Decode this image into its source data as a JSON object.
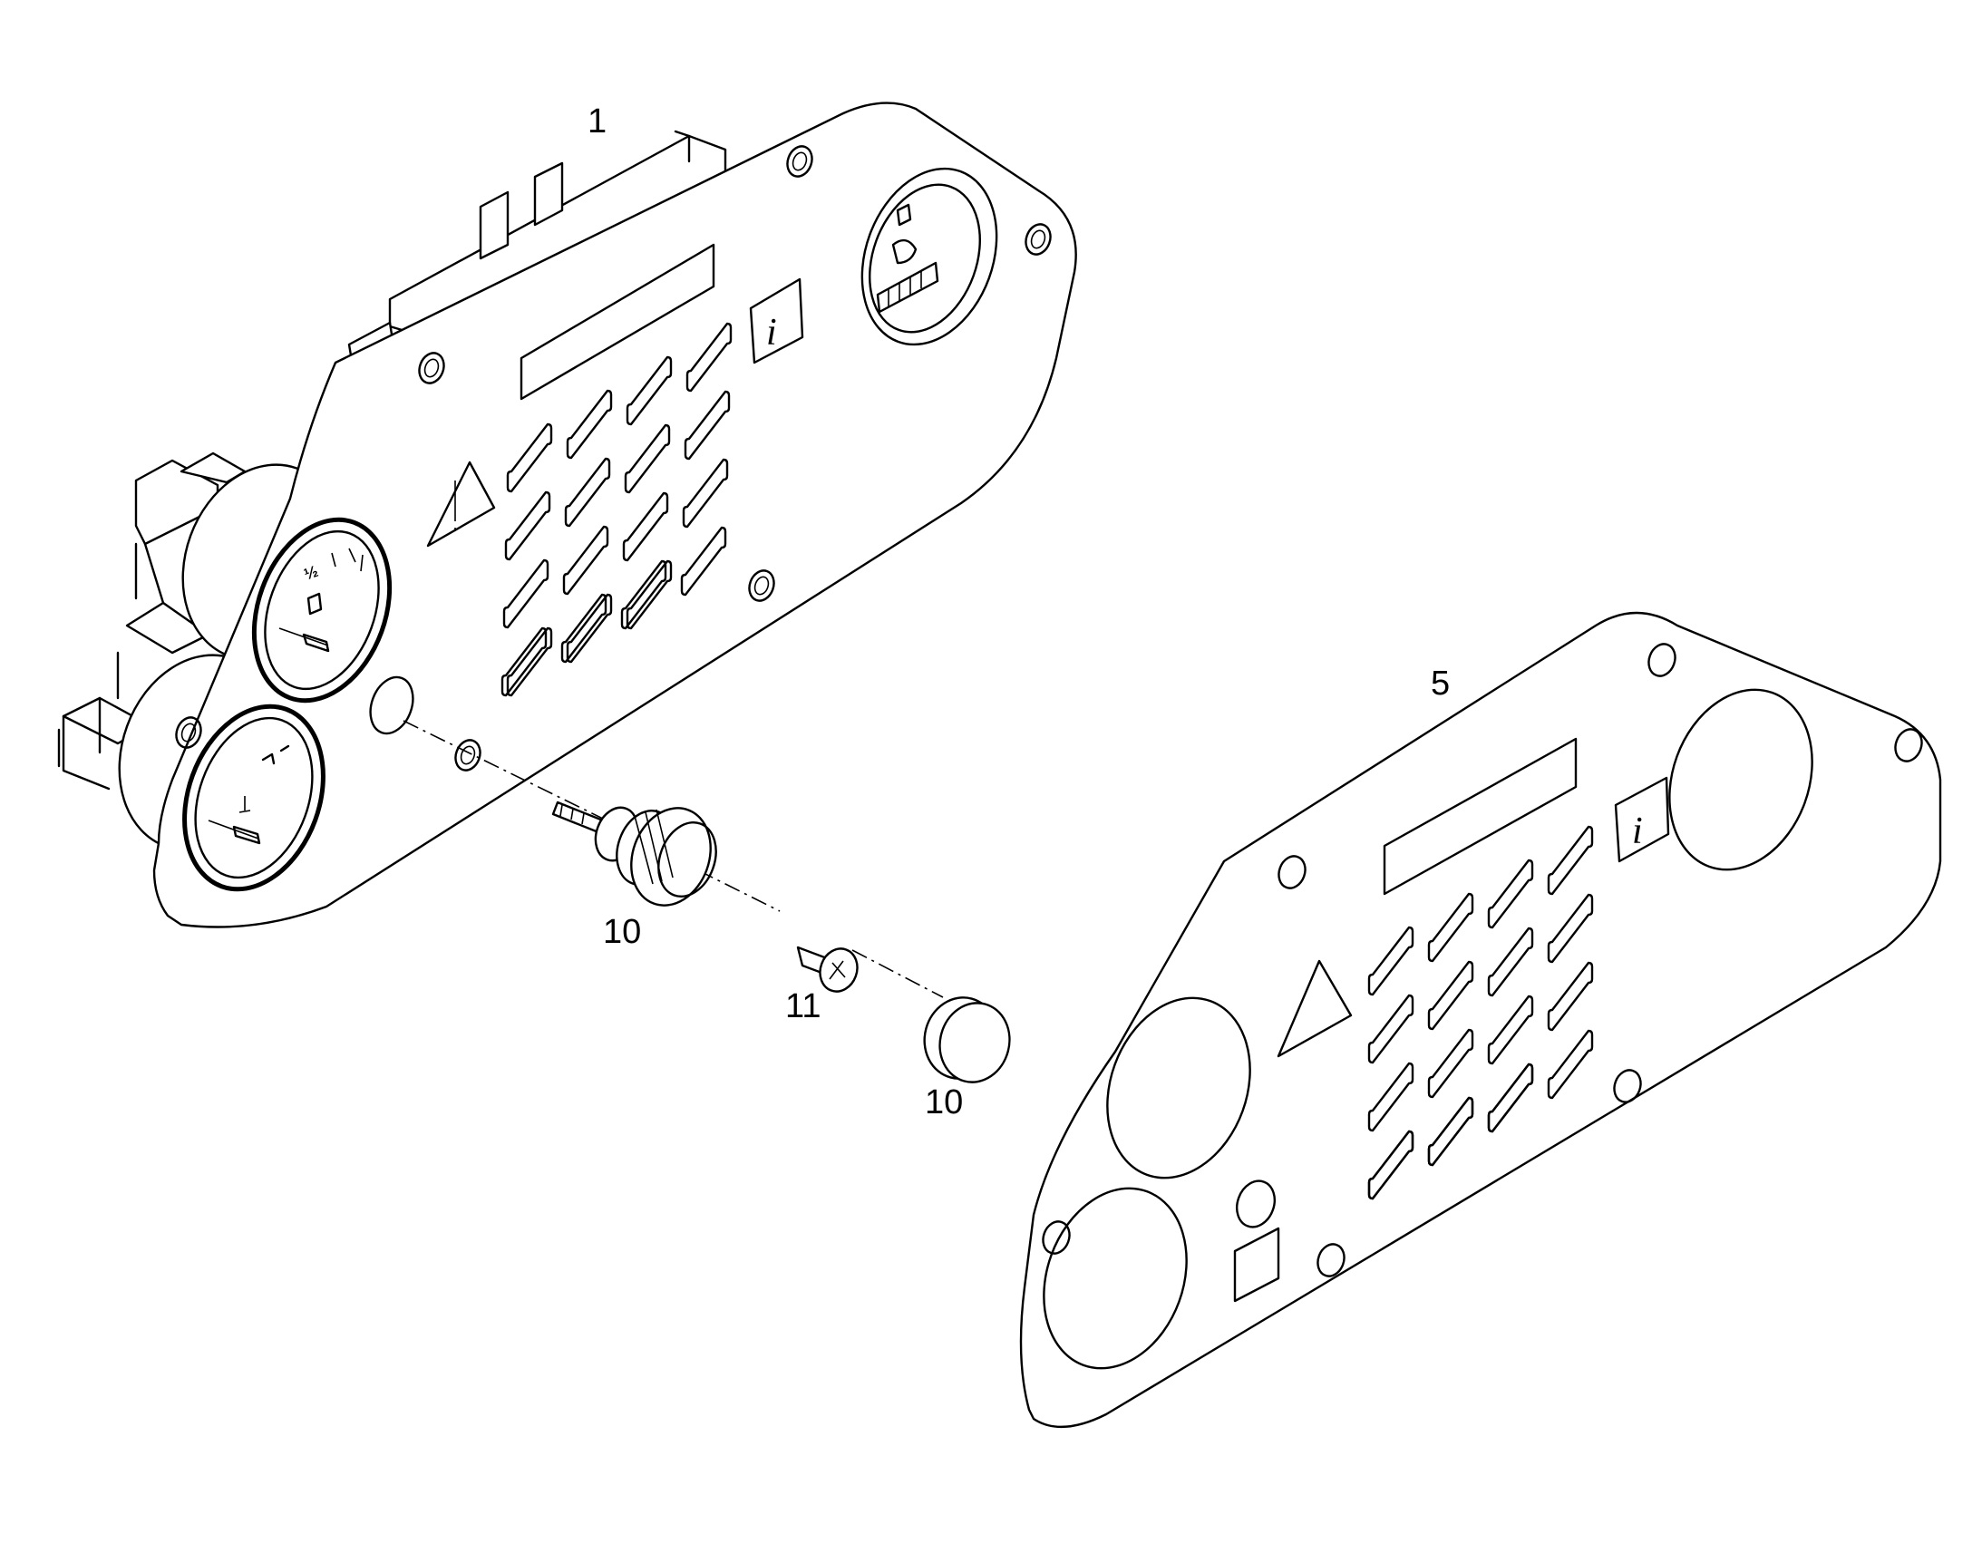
{
  "callouts": {
    "instrument_panel": "1",
    "gasket": "5",
    "socket": "10",
    "bulb": "11",
    "lens_cap": "10"
  },
  "symbols": {
    "warning_icon": "warning-triangle-icon",
    "info_icon": "info-icon"
  },
  "colors": {
    "line": "#000000",
    "background": "#ffffff"
  }
}
